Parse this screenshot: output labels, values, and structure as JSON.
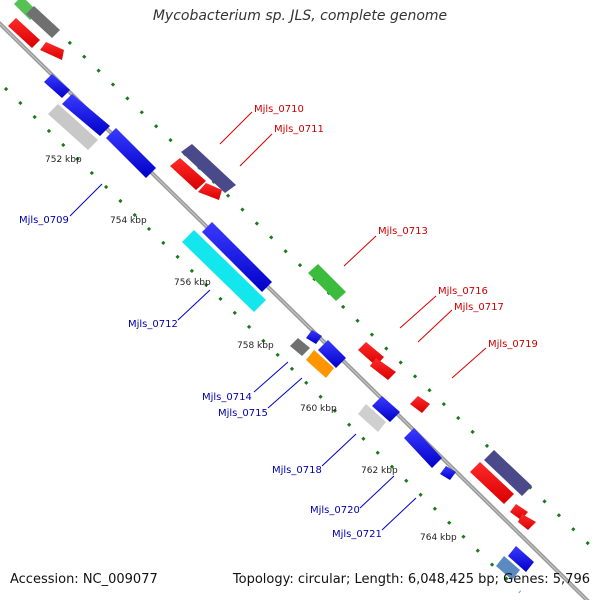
{
  "title": "Mycobacterium sp. JLS, complete genome",
  "footer": {
    "accession": "Accession: NC_009077",
    "stats": "Topology: circular; Length: 6,048,425 bp; Genes: 5,796"
  },
  "colors": {
    "backbone": "#808080",
    "tick": "#1a7a1a",
    "label_forward": "#cc0000",
    "label_reverse": "#0000aa"
  },
  "ruler": [
    "752 kbp",
    "754 kbp",
    "756 kbp",
    "758 kbp",
    "760 kbp",
    "762 kbp",
    "764 kbp"
  ],
  "gene_labels_forward": [
    "Mjls_0710",
    "Mjls_0711",
    "Mjls_0713",
    "Mjls_0716",
    "Mjls_0717",
    "Mjls_0719"
  ],
  "gene_labels_reverse": [
    "Mjls_0709",
    "Mjls_0712",
    "Mjls_0714",
    "Mjls_0715",
    "Mjls_0718",
    "Mjls_0720",
    "Mjls_0721"
  ]
}
